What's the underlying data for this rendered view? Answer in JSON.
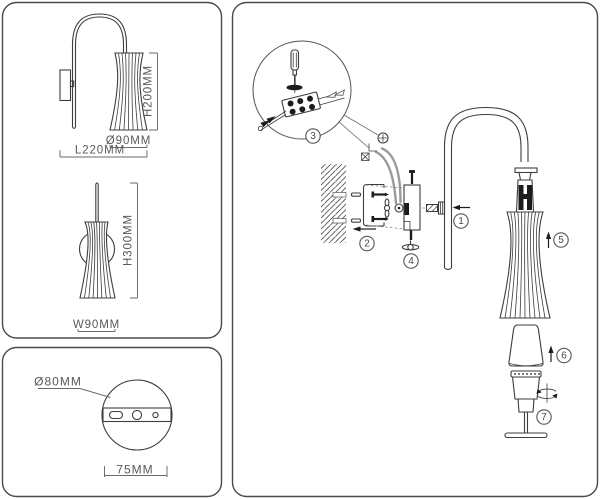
{
  "sheet": {
    "type": "wall-lamp installation drawing"
  },
  "colors": {
    "line": "#3d3d3d",
    "label": "#585858",
    "panel_border": "#4a4a4a",
    "wire": "#9b9b9b",
    "dark_fill": "#1c1c1c",
    "background": "#ffffff"
  },
  "dimension_panel": {
    "side_view": {
      "height_label": "H200MM",
      "diameter_label": "Ø90MM",
      "length_label": "L220MM"
    },
    "front_view": {
      "height_label": "H300MM",
      "width_label": "W90MM"
    }
  },
  "base_panel": {
    "diameter_label": "Ø80MM",
    "spacing_label": "75MM"
  },
  "assembly_panel": {
    "steps": [
      {
        "number": "1"
      },
      {
        "number": "2"
      },
      {
        "number": "3"
      },
      {
        "number": "4"
      },
      {
        "number": "5"
      },
      {
        "number": "6"
      },
      {
        "number": "7"
      }
    ]
  }
}
